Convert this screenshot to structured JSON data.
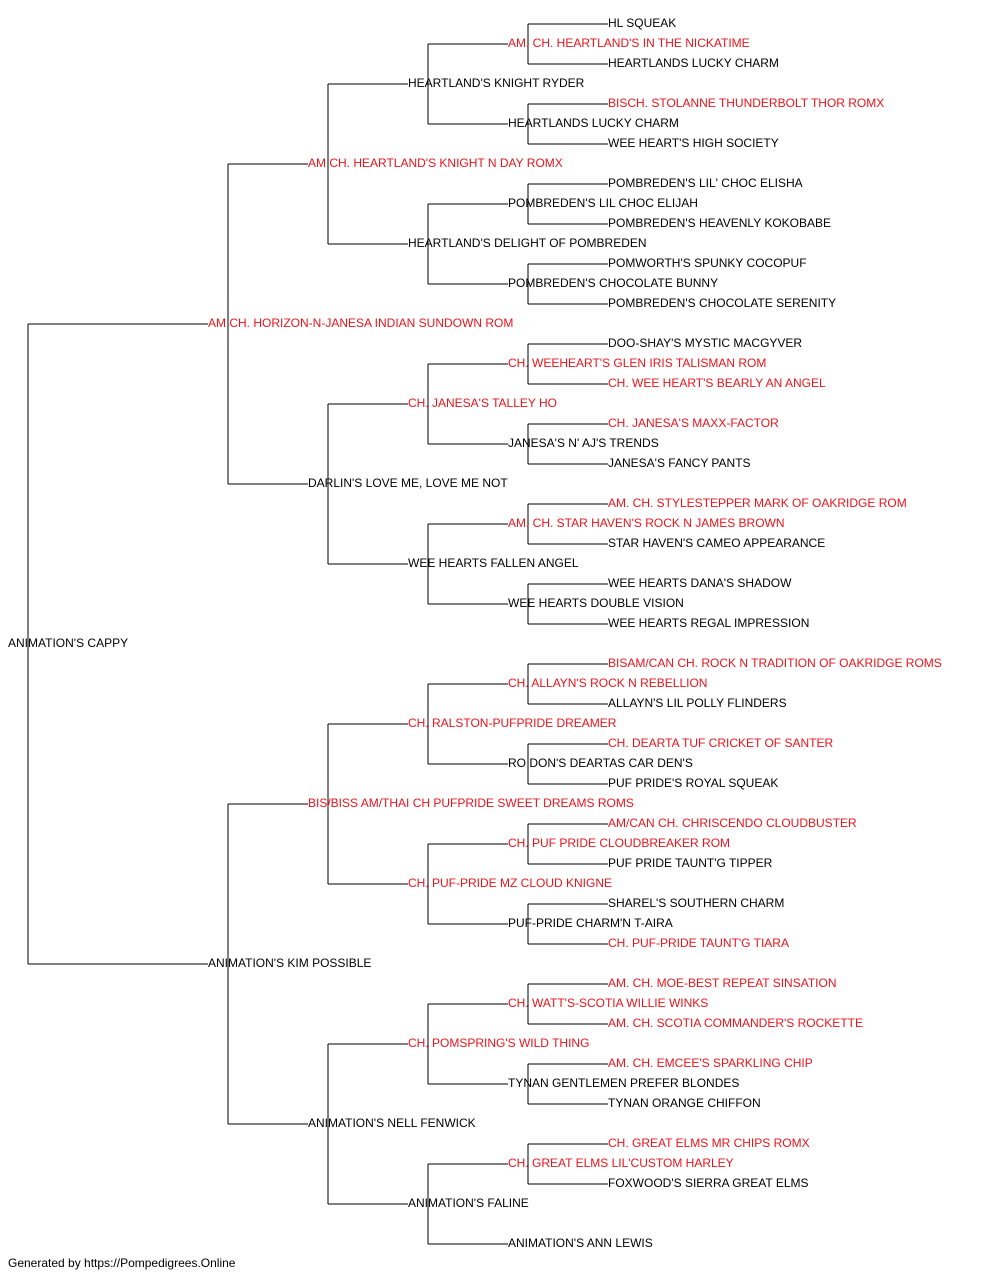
{
  "colors": {
    "champion": "#e8141c",
    "normal": "#000000",
    "line": "#000000"
  },
  "footer": "Generated by https://Pompedigrees.Online",
  "pedigree": {
    "name": "ANIMATION'S CAPPY",
    "champion": false,
    "sire": {
      "name": "AM CH. HORIZON-N-JANESA INDIAN SUNDOWN ROM",
      "champion": true,
      "sire": {
        "name": "AM CH. HEARTLAND'S KNIGHT N DAY ROMX",
        "champion": true,
        "sire": {
          "name": "HEARTLAND'S KNIGHT RYDER",
          "champion": false,
          "sire": {
            "name": "AM. CH. HEARTLAND'S IN THE NICKATIME",
            "champion": true,
            "sire": {
              "name": "HL SQUEAK",
              "champion": false
            },
            "dam": {
              "name": "HEARTLANDS LUCKY CHARM",
              "champion": false
            }
          },
          "dam": {
            "name": "HEARTLANDS LUCKY CHARM",
            "champion": false,
            "sire": {
              "name": "BISCH. STOLANNE THUNDERBOLT THOR ROMX",
              "champion": true
            },
            "dam": {
              "name": "WEE HEART'S HIGH SOCIETY",
              "champion": false
            }
          }
        },
        "dam": {
          "name": "HEARTLAND'S DELIGHT OF POMBREDEN",
          "champion": false,
          "sire": {
            "name": "POMBREDEN'S LIL CHOC ELIJAH",
            "champion": false,
            "sire": {
              "name": "POMBREDEN'S LIL' CHOC ELISHA",
              "champion": false
            },
            "dam": {
              "name": "POMBREDEN'S HEAVENLY KOKOBABE",
              "champion": false
            }
          },
          "dam": {
            "name": "POMBREDEN'S CHOCOLATE BUNNY",
            "champion": false,
            "sire": {
              "name": "POMWORTH'S SPUNKY COCOPUF",
              "champion": false
            },
            "dam": {
              "name": "POMBREDEN'S CHOCOLATE SERENITY",
              "champion": false
            }
          }
        }
      },
      "dam": {
        "name": "DARLIN'S LOVE ME, LOVE ME NOT",
        "champion": false,
        "sire": {
          "name": "CH. JANESA'S TALLEY HO",
          "champion": true,
          "sire": {
            "name": "CH. WEEHEART'S GLEN IRIS TALISMAN ROM",
            "champion": true,
            "sire": {
              "name": "DOO-SHAY'S MYSTIC MACGYVER",
              "champion": false
            },
            "dam": {
              "name": "CH. WEE HEART'S BEARLY AN ANGEL",
              "champion": true
            }
          },
          "dam": {
            "name": "JANESA'S N' AJ'S TRENDS",
            "champion": false,
            "sire": {
              "name": "CH. JANESA'S MAXX-FACTOR",
              "champion": true
            },
            "dam": {
              "name": "JANESA'S FANCY PANTS",
              "champion": false
            }
          }
        },
        "dam": {
          "name": "WEE HEARTS FALLEN ANGEL",
          "champion": false,
          "sire": {
            "name": "AM. CH. STAR HAVEN'S ROCK N JAMES BROWN",
            "champion": true,
            "sire": {
              "name": "AM. CH. STYLESTEPPER MARK OF OAKRIDGE ROM",
              "champion": true
            },
            "dam": {
              "name": "STAR HAVEN'S CAMEO APPEARANCE",
              "champion": false
            }
          },
          "dam": {
            "name": "WEE HEARTS DOUBLE VISION",
            "champion": false,
            "sire": {
              "name": "WEE HEARTS DANA'S SHADOW",
              "champion": false
            },
            "dam": {
              "name": "WEE HEARTS REGAL IMPRESSION",
              "champion": false
            }
          }
        }
      }
    },
    "dam": {
      "name": "ANIMATION'S KIM POSSIBLE",
      "champion": false,
      "sire": {
        "name": "BIS/BISS AM/THAI CH PUFPRIDE SWEET DREAMS ROMS",
        "champion": true,
        "sire": {
          "name": "CH. RALSTON-PUFPRIDE DREAMER",
          "champion": true,
          "sire": {
            "name": "CH. ALLAYN'S ROCK N REBELLION",
            "champion": true,
            "sire": {
              "name": "BISAM/CAN CH. ROCK N TRADITION OF OAKRIDGE ROMS",
              "champion": true
            },
            "dam": {
              "name": "ALLAYN'S LIL POLLY FLINDERS",
              "champion": false
            }
          },
          "dam": {
            "name": "RO DON'S DEARTAS CAR DEN'S",
            "champion": false,
            "sire": {
              "name": "CH. DEARTA TUF CRICKET OF SANTER",
              "champion": true
            },
            "dam": {
              "name": "PUF PRIDE'S ROYAL SQUEAK",
              "champion": false
            }
          }
        },
        "dam": {
          "name": "CH. PUF-PRIDE MZ CLOUD KNIGNE",
          "champion": true,
          "sire": {
            "name": "CH. PUF PRIDE CLOUDBREAKER ROM",
            "champion": true,
            "sire": {
              "name": "AM/CAN CH. CHRISCENDO CLOUDBUSTER",
              "champion": true
            },
            "dam": {
              "name": "PUF PRIDE TAUNT'G TIPPER",
              "champion": false
            }
          },
          "dam": {
            "name": "PUF-PRIDE CHARM'N T-AIRA",
            "champion": false,
            "sire": {
              "name": "SHAREL'S SOUTHERN CHARM",
              "champion": false
            },
            "dam": {
              "name": "CH. PUF-PRIDE TAUNT'G TIARA",
              "champion": true
            }
          }
        }
      },
      "dam": {
        "name": "ANIMATION'S NELL FENWICK",
        "champion": false,
        "sire": {
          "name": "CH. POMSPRING'S WILD THING",
          "champion": true,
          "sire": {
            "name": "CH. WATT'S-SCOTIA WILLIE WINKS",
            "champion": true,
            "sire": {
              "name": "AM. CH. MOE-BEST REPEAT SINSATION",
              "champion": true
            },
            "dam": {
              "name": "AM. CH. SCOTIA COMMANDER'S ROCKETTE",
              "champion": true
            }
          },
          "dam": {
            "name": "TYNAN GENTLEMEN PREFER BLONDES",
            "champion": false,
            "sire": {
              "name": "AM. CH. EMCEE'S SPARKLING CHIP",
              "champion": true
            },
            "dam": {
              "name": "TYNAN ORANGE CHIFFON",
              "champion": false
            }
          }
        },
        "dam": {
          "name": "ANIMATION'S FALINE",
          "champion": false,
          "sire": {
            "name": "CH. GREAT ELMS LIL'CUSTOM HARLEY",
            "champion": true,
            "sire": {
              "name": "CH. GREAT ELMS MR CHIPS ROMX",
              "champion": true
            },
            "dam": {
              "name": "FOXWOOD'S SIERRA GREAT ELMS",
              "champion": false
            }
          },
          "dam": {
            "name": "ANIMATION'S ANN LEWIS",
            "champion": false
          }
        }
      }
    }
  }
}
